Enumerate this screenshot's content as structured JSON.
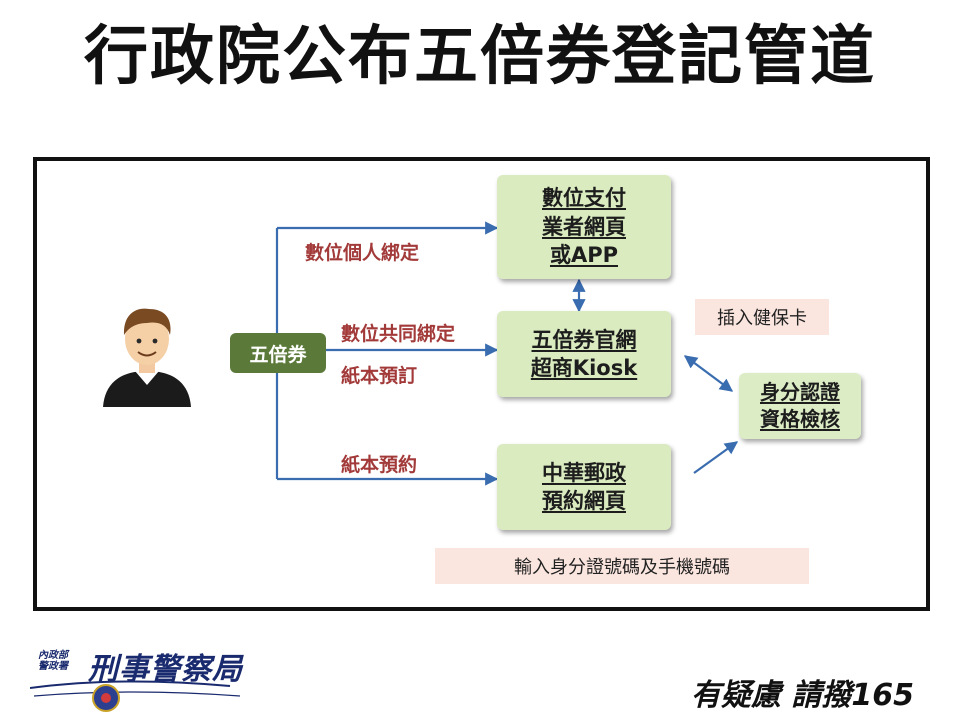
{
  "title": "行政院公布五倍券登記管道",
  "diagram": {
    "hub_label": "五倍券",
    "routes": {
      "personal": "數位個人綁定",
      "shared": "數位共同綁定",
      "paper_order": "紙本預訂",
      "paper_reserve": "紙本預約"
    },
    "boxes": {
      "payment": [
        "數位支付",
        "業者網頁",
        "或APP"
      ],
      "official": [
        "五倍券官網",
        "超商Kiosk"
      ],
      "post": [
        "中華郵政",
        "預約網頁"
      ],
      "identity": [
        "身分認證",
        "資格檢核"
      ]
    },
    "notes": {
      "health_card": "插入健保卡",
      "input_id": "輸入身分證號碼及手機號碼"
    }
  },
  "footer": {
    "ministry": [
      "內政部",
      "警政署"
    ],
    "agency": "刑事警察局",
    "hotline": "有疑慮 請撥165"
  },
  "colors": {
    "box_fill": "#d9ebbf",
    "hub_fill": "#5b7a3a",
    "route_label": "#a33a3a",
    "arrow": "#3a6db0",
    "note_fill": "#fbe6df"
  }
}
